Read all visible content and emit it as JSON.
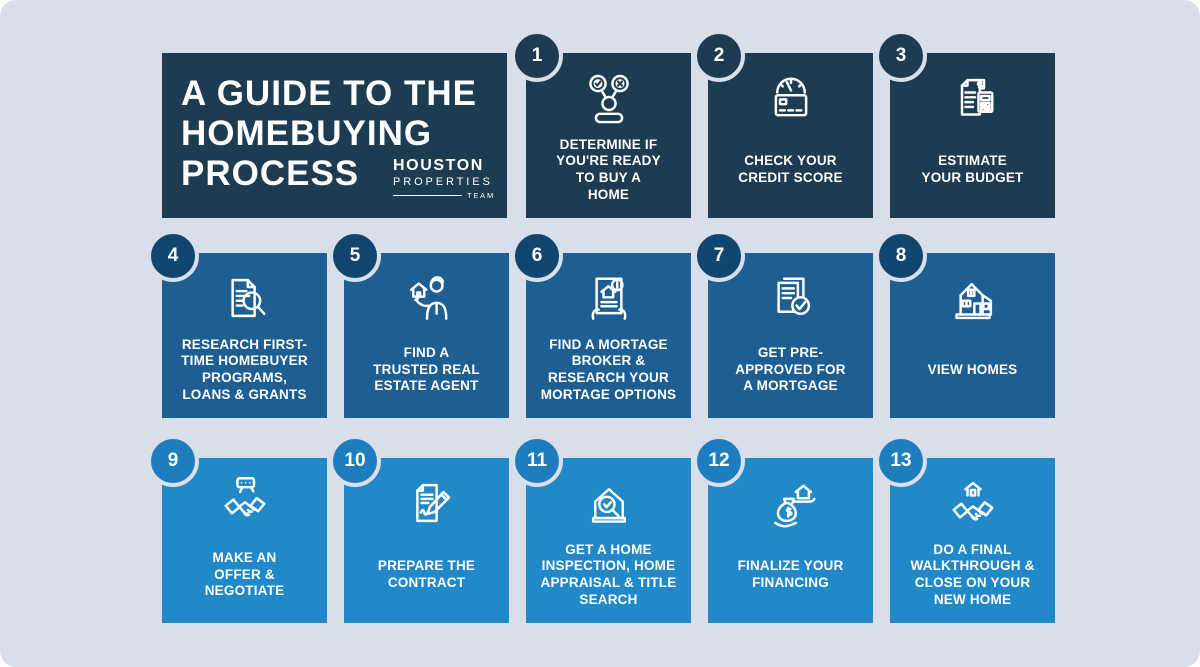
{
  "canvas": {
    "background": "#d9dfea"
  },
  "colors": {
    "rows": [
      {
        "card": "#1d3c51",
        "badge": "#1d3c51"
      },
      {
        "card": "#1e5f93",
        "badge": "#11466e"
      },
      {
        "card": "#2289c9",
        "badge": "#1e7ebd"
      }
    ],
    "text": "#ffffff"
  },
  "title_card": {
    "title": "A GUIDE TO THE\nHOMEBUYING\nPROCESS",
    "brand": {
      "name_top": "HOUSTON",
      "name_bottom": "PROPERTIES",
      "name_small": "TEAM"
    }
  },
  "steps": [
    {
      "number": "1",
      "label": "DETERMINE IF\nYOU'RE READY\nTO BUY A\nHOME",
      "icon": "person-decision-icon"
    },
    {
      "number": "2",
      "label": "CHECK YOUR\nCREDIT SCORE",
      "icon": "credit-score-icon"
    },
    {
      "number": "3",
      "label": "ESTIMATE\nYOUR BUDGET",
      "icon": "budget-calculator-icon"
    },
    {
      "number": "4",
      "label": "RESEARCH FIRST-\nTIME HOMEBUYER\nPROGRAMS,\nLOANS & GRANTS",
      "icon": "research-document-icon"
    },
    {
      "number": "5",
      "label": "FIND A\nTRUSTED REAL\nESTATE AGENT",
      "icon": "real-estate-agent-icon"
    },
    {
      "number": "6",
      "label": "FIND A MORTAGE\nBROKER &\nRESEARCH YOUR\nMORTAGE OPTIONS",
      "icon": "mortgage-options-icon"
    },
    {
      "number": "7",
      "label": "GET PRE-\nAPPROVED FOR\nA MORTGAGE",
      "icon": "approved-documents-icon"
    },
    {
      "number": "8",
      "label": "VIEW HOMES",
      "icon": "house-icon"
    },
    {
      "number": "9",
      "label": "MAKE AN\nOFFER &\nNEGOTIATE",
      "icon": "negotiate-handshake-icon"
    },
    {
      "number": "10",
      "label": "PREPARE THE\nCONTRACT",
      "icon": "contract-pen-icon"
    },
    {
      "number": "11",
      "label": "GET A HOME\nINSPECTION, HOME\nAPPRAISAL & TITLE\nSEARCH",
      "icon": "home-inspection-icon"
    },
    {
      "number": "12",
      "label": "FINALIZE YOUR\nFINANCING",
      "icon": "financing-money-icon"
    },
    {
      "number": "13",
      "label": "DO A FINAL\nWALKTHROUGH &\nCLOSE ON YOUR\nNEW HOME",
      "icon": "closing-handshake-icon"
    }
  ]
}
